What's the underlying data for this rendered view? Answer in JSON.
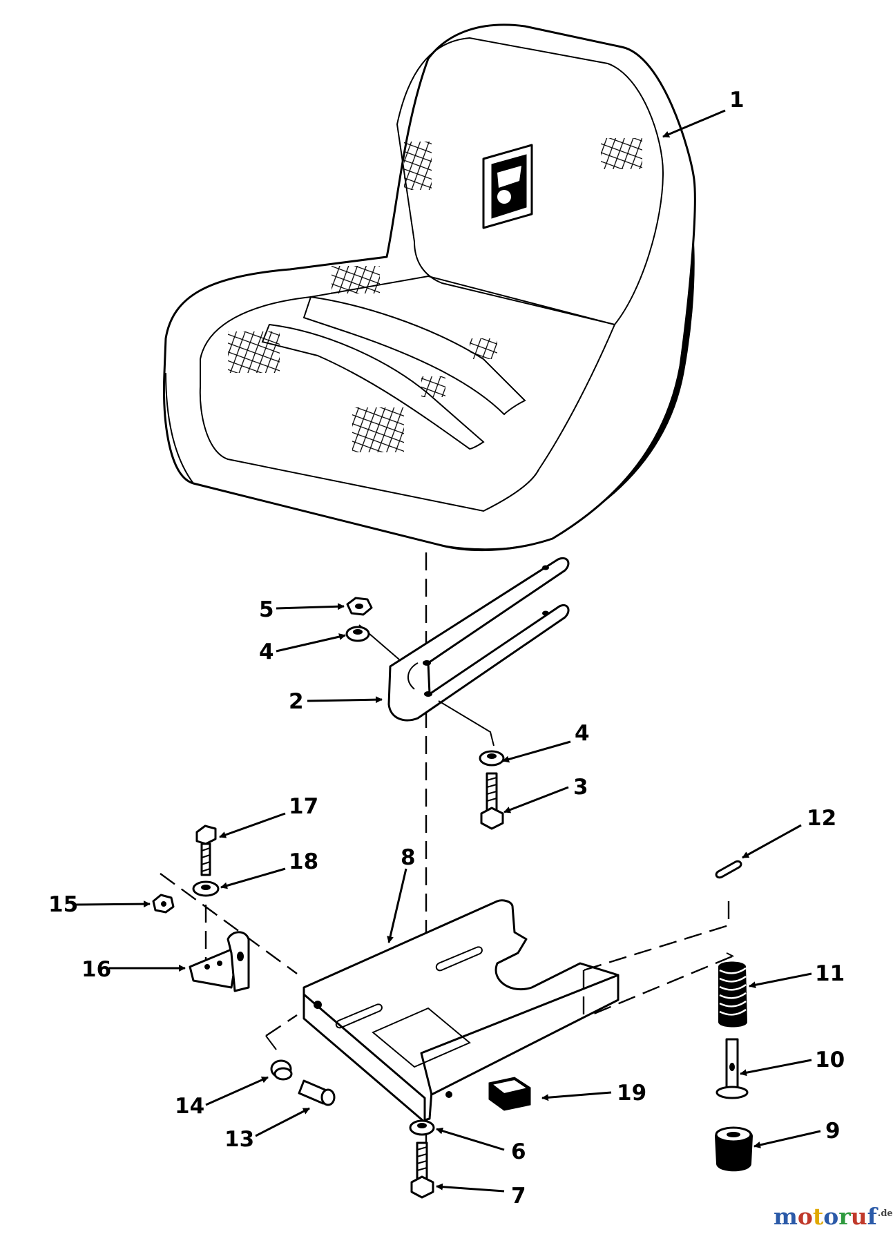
{
  "diagram": {
    "callouts": [
      "1",
      "2",
      "3",
      "4",
      "4",
      "5",
      "6",
      "7",
      "8",
      "9",
      "10",
      "11",
      "12",
      "13",
      "14",
      "15",
      "16",
      "17",
      "18",
      "19"
    ]
  },
  "watermark": {
    "letters": [
      "m",
      "o",
      "t",
      "o",
      "r",
      "u",
      "f"
    ],
    "colors": [
      "#2b5aa8",
      "#c0392b",
      "#e0a800",
      "#2b5aa8",
      "#2e9a3e",
      "#c0392b",
      "#2b5aa8"
    ],
    "tld": ".de"
  },
  "palette": {
    "ink": "#000000",
    "paper": "#ffffff"
  }
}
